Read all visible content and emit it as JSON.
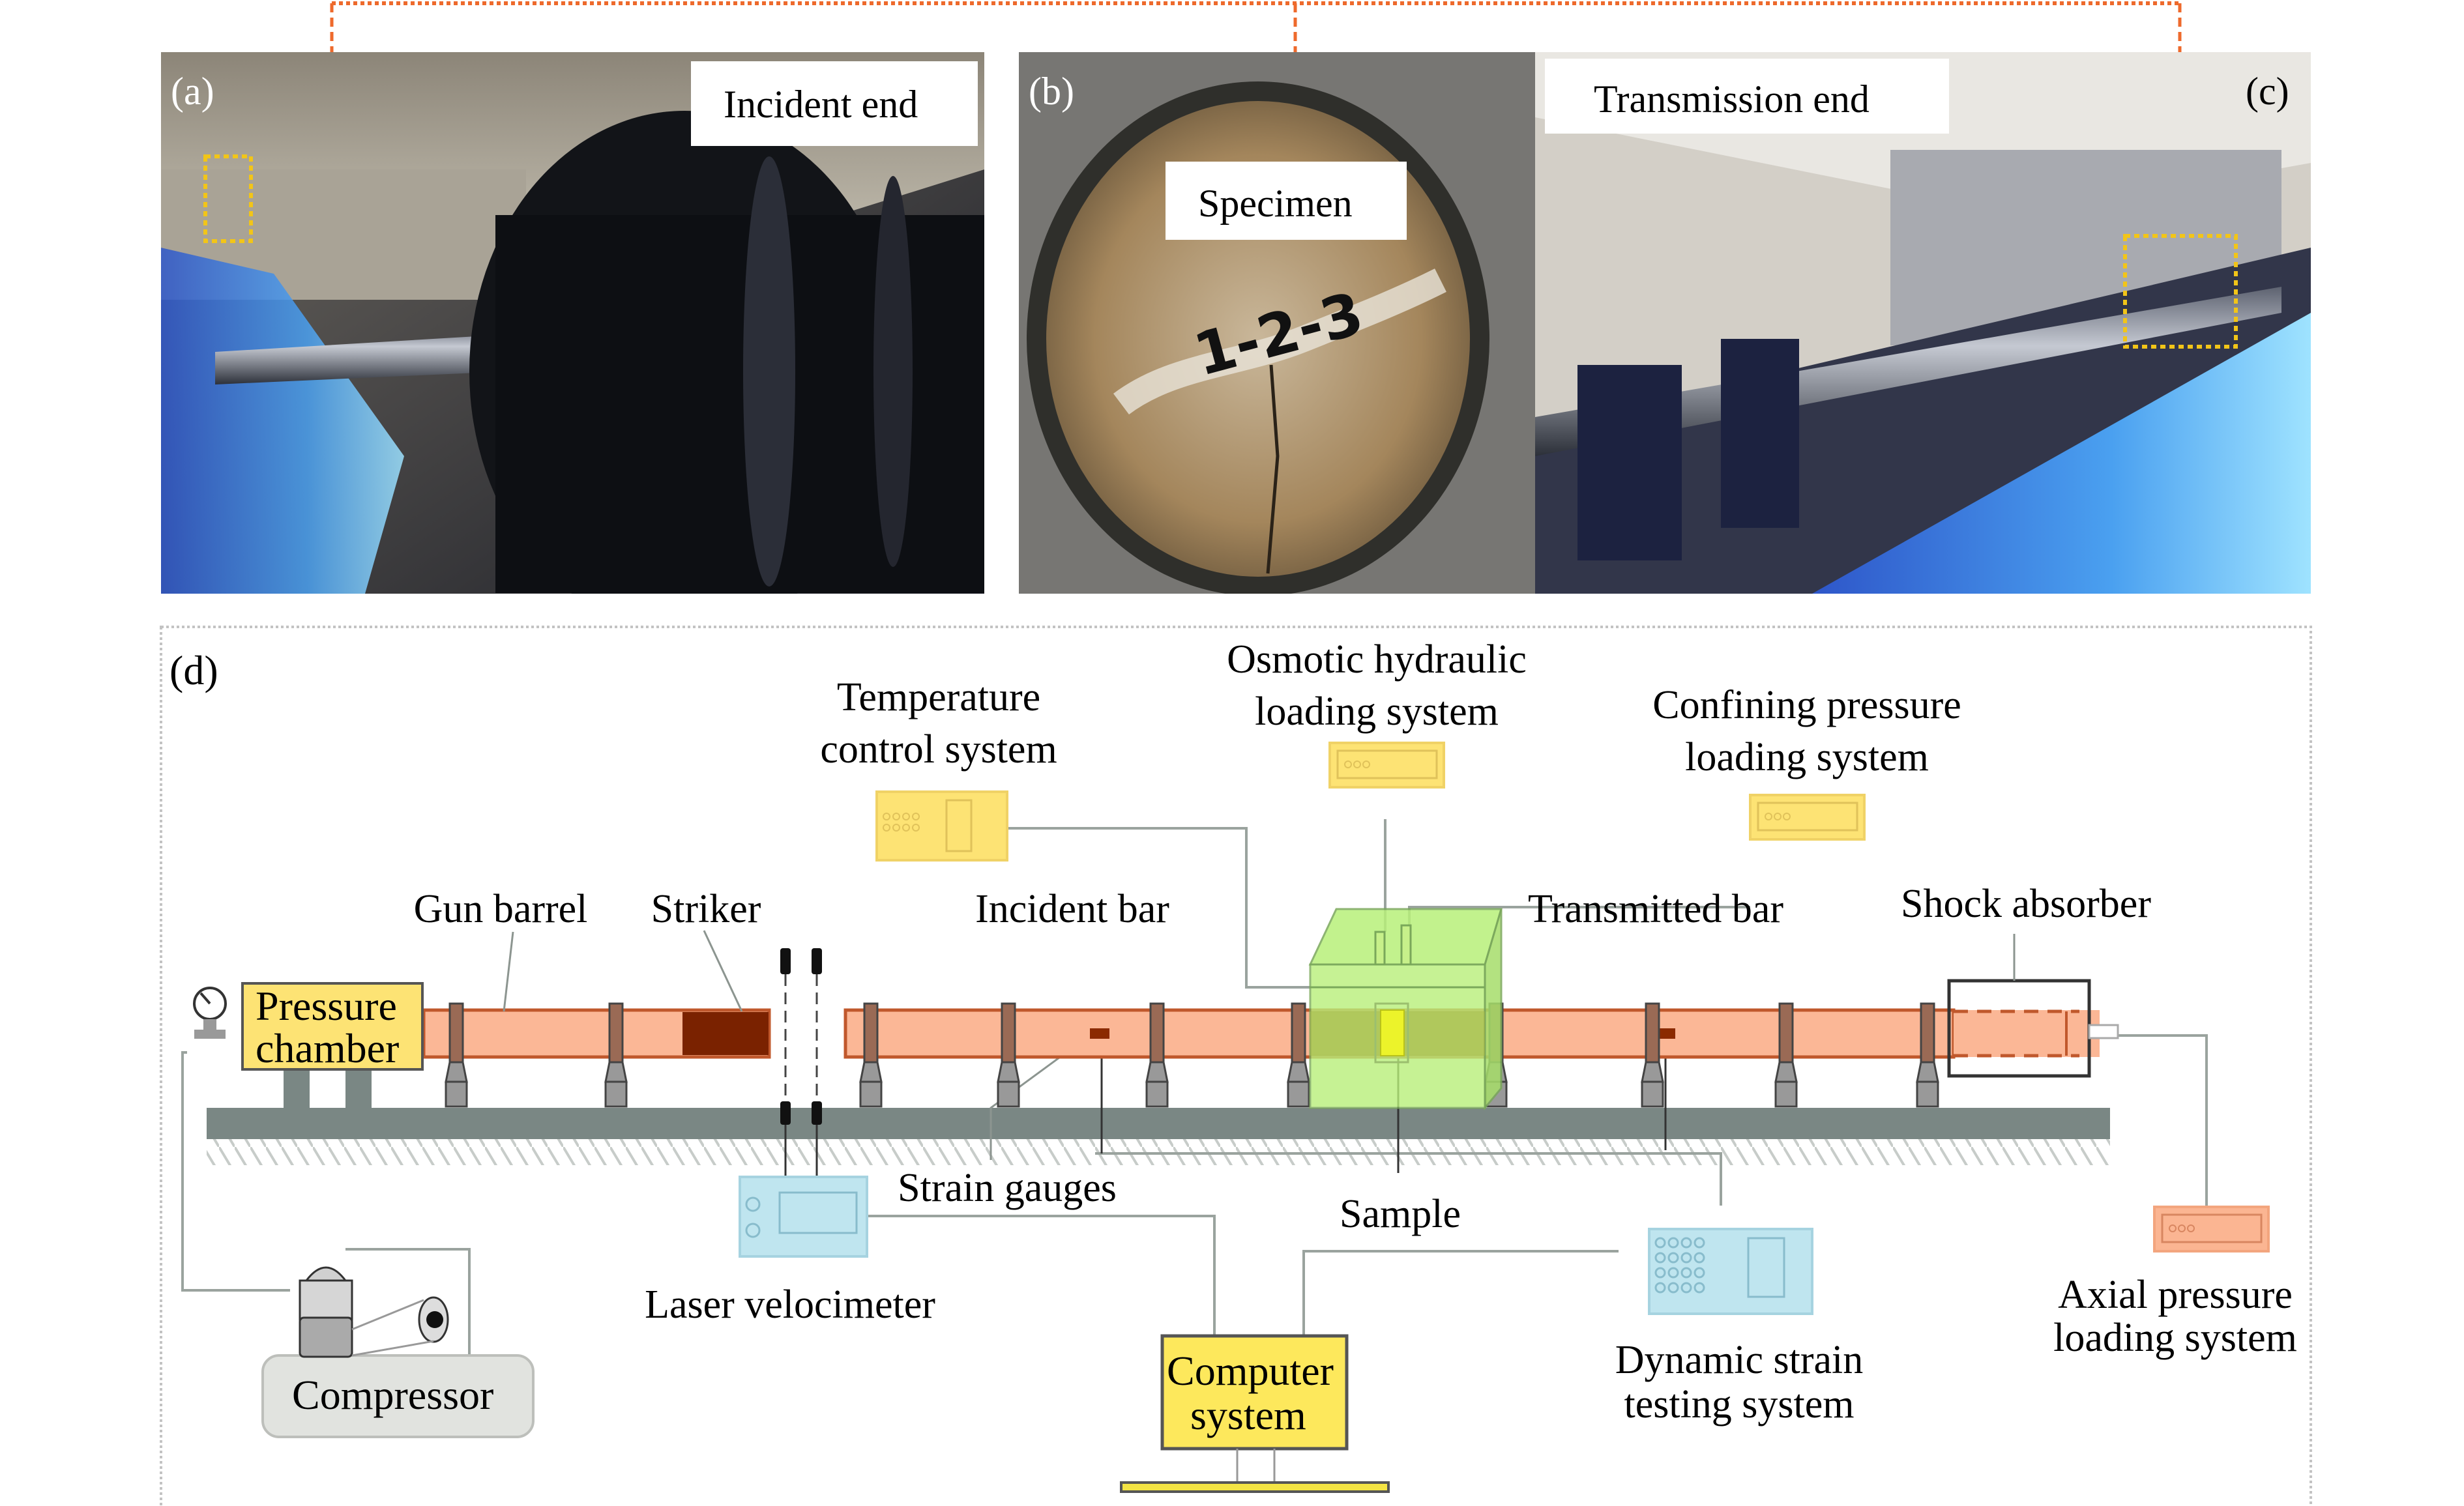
{
  "figure": {
    "connector_color": "#ee6a2c",
    "highlight_color": "#f2c518",
    "photos": {
      "a": {
        "panel_label": "(a)",
        "caption": "Incident end"
      },
      "b": {
        "panel_label": "(b)",
        "caption": "Specimen",
        "specimen_marking": "1-2-3"
      },
      "c": {
        "panel_label": "(c)",
        "caption": "Transmission end"
      }
    },
    "diagram": {
      "panel_label": "(d)",
      "labels": {
        "temperature_control": [
          "Temperature",
          "control system"
        ],
        "osmotic_hydraulic": [
          "Osmotic hydraulic",
          "loading system"
        ],
        "confining_pressure": [
          "Confining pressure",
          "loading system"
        ],
        "gun_barrel": "Gun barrel",
        "striker": "Striker",
        "incident_bar": "Incident bar",
        "transmitted_bar": "Transmitted bar",
        "shock_absorber": "Shock absorber",
        "pressure_chamber": [
          "Pressure",
          "chamber"
        ],
        "strain_gauges": "Strain gauges",
        "sample": "Sample",
        "laser_velocimeter": "Laser velocimeter",
        "compressor": "Compressor",
        "computer_system": [
          "Computer",
          "system"
        ],
        "dynamic_strain": [
          "Dynamic strain",
          "testing system"
        ],
        "axial_pressure": [
          "Axial pressure",
          "loading system"
        ]
      },
      "colors": {
        "bar_fill": "#fbb796",
        "bar_edge": "#c0582c",
        "striker": "#7a2200",
        "yellow_unit": "#fde374",
        "bright_yellow": "#f7e64c",
        "blue_unit": "#bfe5ef",
        "green_chamber": "#b8f07a",
        "base": "#7a8784",
        "axial_unit": "#fbb592",
        "compressor_body": "#e1e3df"
      }
    }
  }
}
